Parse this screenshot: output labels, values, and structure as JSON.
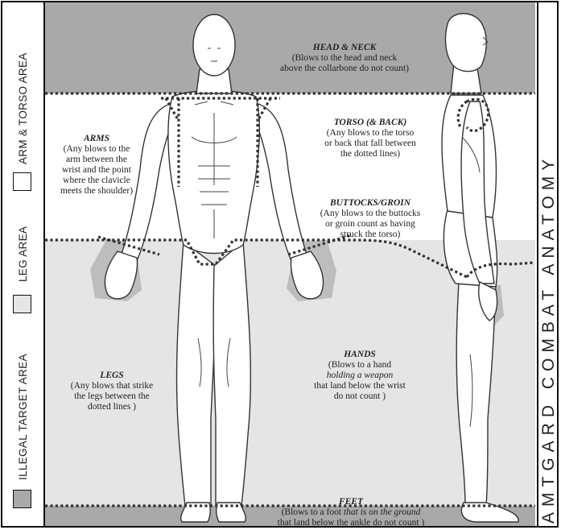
{
  "title": "AMTGARD COMBAT ANATOMY",
  "legend": [
    {
      "label": "ARM & TORSO AREA",
      "swatch_color": "#ffffff"
    },
    {
      "label": "LEG AREA",
      "swatch_color": "#e5e5e5"
    },
    {
      "label": "ILLEGAL TARGET AREA",
      "swatch_color": "#a9a9a9"
    }
  ],
  "colors": {
    "illegal": "#a9a9a9",
    "leg": "#e5e5e5",
    "arm_torso": "#ffffff",
    "hand_highlight": "#bdbdbd"
  },
  "annotations": {
    "head": {
      "heading": "HEAD & NECK",
      "line1": "(Blows to the head and neck",
      "line2": "above the collarbone do not count)"
    },
    "torso": {
      "heading": "TORSO (& BACK)",
      "line1": "(Any blows to the torso",
      "line2": "or back that fall between",
      "line3": "the dotted lines)"
    },
    "arms": {
      "heading": "ARMS",
      "line1": "(Any blows to the",
      "line2": "arm between the",
      "line3": "wrist and the point",
      "line4": "where the clavicle",
      "line5": "meets the shoulder)"
    },
    "buttocks": {
      "heading": "BUTTOCKS/GROIN",
      "line1": "(Any blows to the buttocks",
      "line2": "or groin count as having",
      "line3": "struck the torso)"
    },
    "legs": {
      "heading": "LEGS",
      "line1": "(Any blows that strike",
      "line2": "the legs between the",
      "line3": "dotted lines )"
    },
    "hands": {
      "heading": "HANDS",
      "line1": "(Blows to a hand",
      "line2_italic": "holding a weapon",
      "line3": "that land below the wrist",
      "line4": "do not count )"
    },
    "feet": {
      "heading": "FEET",
      "line1_plain": "(Blows to a foot ",
      "line1_italic": "that is on the ground",
      "line2": "that land below the ankle do not count )"
    }
  }
}
